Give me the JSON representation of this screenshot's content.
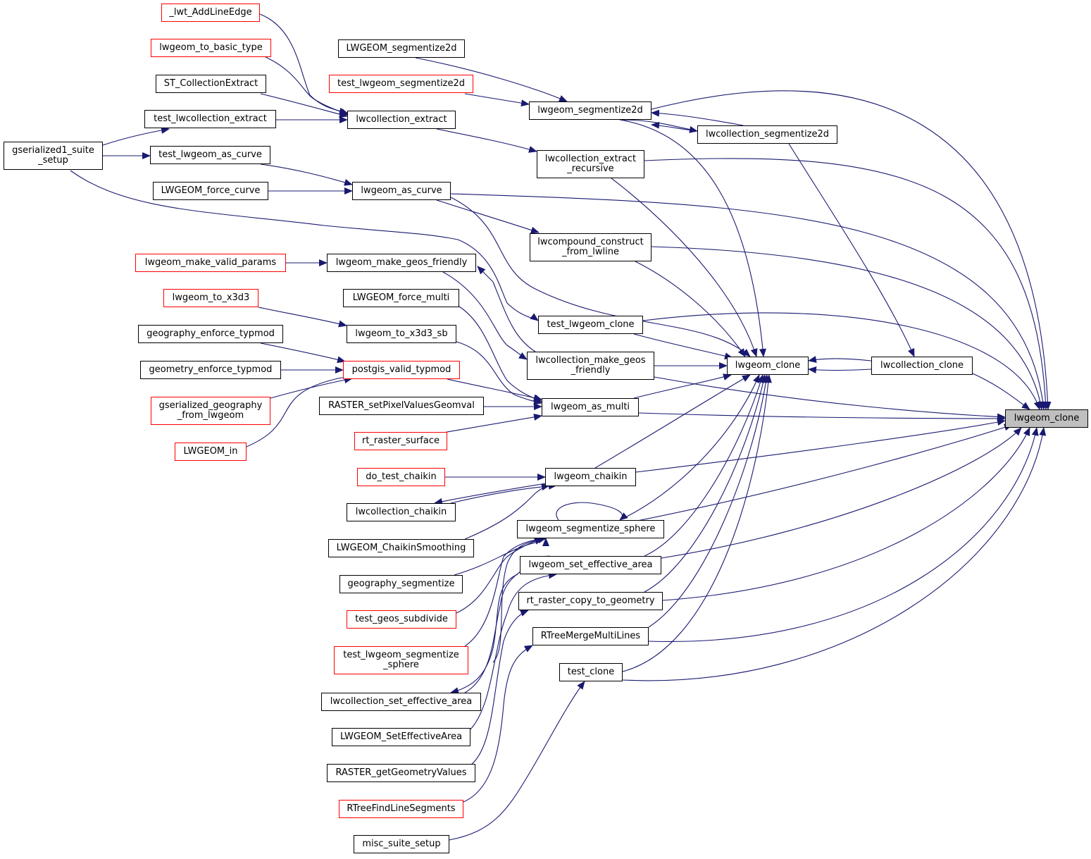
{
  "graph": {
    "colors": {
      "edge": "#191970",
      "node_border": "#000000",
      "node_border_incomplete": "#ff0000",
      "current_fill": "#bfbfbf"
    },
    "nodes": {
      "n_current": "lwgeom_clone",
      "n_lwt": "_lwt_AddLineEdge",
      "n_basic": "lwgeom_to_basic_type",
      "n_stce": "ST_CollectionExtract",
      "n_tlce": "test_lwcollection_extract",
      "n_gs1": "gserialized1_suite\n_setup",
      "n_tlac": "test_lwgeom_as_curve",
      "n_lfc": "LWGEOM_force_curve",
      "n_lmvp": "lwgeom_make_valid_params",
      "n_tox3d3": "lwgeom_to_x3d3",
      "n_get": "geography_enforce_typmod",
      "n_met": "geometry_enforce_typmod",
      "n_ggfl": "gserialized_geography\n_from_lwgeom",
      "n_lin": "LWGEOM_in",
      "n_lls2d": "LWGEOM_segmentize2d",
      "n_tls2d": "test_lwgeom_segmentize2d",
      "n_lce": "lwcollection_extract",
      "n_lac": "lwgeom_as_curve",
      "n_lmgf": "lwgeom_make_geos_friendly",
      "n_lfm": "LWGEOM_force_multi",
      "n_x3dsb": "lwgeom_to_x3d3_sb",
      "n_pvt": "postgis_valid_typmod",
      "n_rspv": "RASTER_setPixelValuesGeomval",
      "n_rrs": "rt_raster_surface",
      "n_dtc": "do_test_chaikin",
      "n_lcch": "lwcollection_chaikin",
      "n_lcs": "LWGEOM_ChaikinSmoothing",
      "n_gseg": "geography_segmentize",
      "n_tgs": "test_geos_subdivide",
      "n_tlss": "test_lwgeom_segmentize\n_sphere",
      "n_lcsea": "lwcollection_set_effective_area",
      "n_lsea": "LWGEOM_SetEffectiveArea",
      "n_rggv": "RASTER_getGeometryValues",
      "n_rfls": "RTreeFindLineSegments",
      "n_mss": "misc_suite_setup",
      "n_ls2d": "lwgeom_segmentize2d",
      "n_lcs2d": "lwcollection_segmentize2d",
      "n_lcer": "lwcollection_extract\n_recursive",
      "n_lccfl": "lwcompound_construct\n_from_lwline",
      "n_tlc": "test_lwgeom_clone",
      "n_lcmgf": "lwcollection_make_geos\n_friendly",
      "n_lgc": "lwgeom_clone",
      "n_lcc": "lwcollection_clone",
      "n_lam": "lwgeom_as_multi",
      "n_lch": "lwgeom_chaikin",
      "n_lss": "lwgeom_segmentize_sphere",
      "n_lsea2": "lwgeom_set_effective_area",
      "n_rrctg": "rt_raster_copy_to_geometry",
      "n_rtml": "RTreeMergeMultiLines",
      "n_tc": "test_clone"
    }
  }
}
